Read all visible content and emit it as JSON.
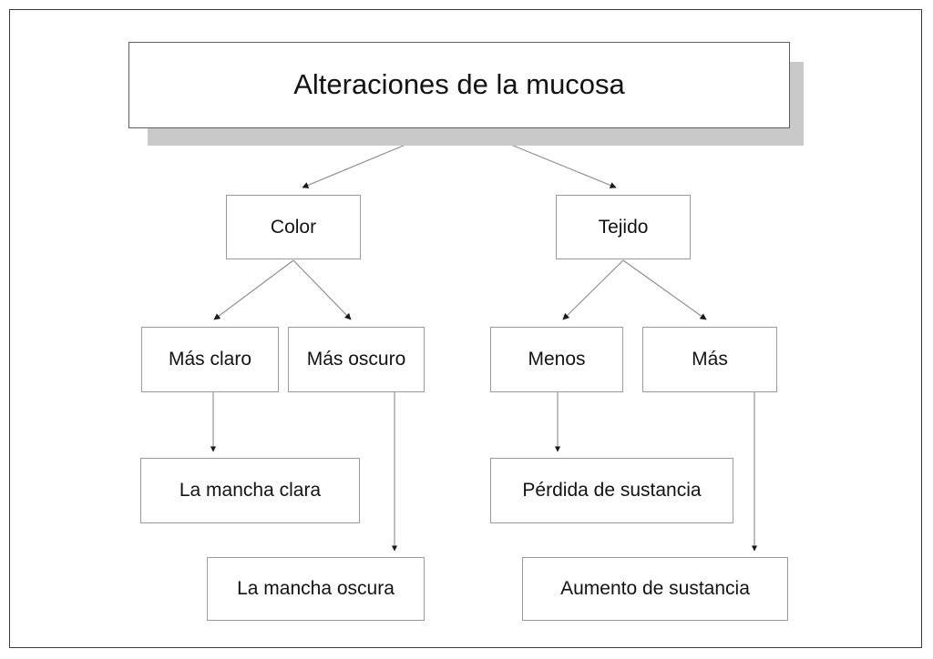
{
  "diagram": {
    "type": "hierarchy-flowchart",
    "language": "es",
    "title": "Alteraciones de la mucosa",
    "colors": {
      "box_border": "#9a9a9a",
      "title_border": "#5e5e5e",
      "title_shadow": "#c9c9c9",
      "connector": "#8a8a8a",
      "arrowhead": "#1a1a1a",
      "text": "#131313",
      "frame": "#3a3a3a",
      "background": "#ffffff"
    },
    "nodes": {
      "root": "Alteraciones de la mucosa",
      "color": "Color",
      "tejido": "Tejido",
      "mas_claro": "Más claro",
      "mas_oscuro": "Más oscuro",
      "menos": "Menos",
      "mas": "Más",
      "mancha_clara": "La mancha clara",
      "mancha_oscura": "La mancha oscura",
      "perdida": "Pérdida de sustancia",
      "aumento": "Aumento de sustancia"
    },
    "edges": [
      {
        "from": "Alteraciones de la mucosa",
        "to": "Color"
      },
      {
        "from": "Alteraciones de la mucosa",
        "to": "Tejido"
      },
      {
        "from": "Color",
        "to": "Más claro"
      },
      {
        "from": "Color",
        "to": "Más oscuro"
      },
      {
        "from": "Tejido",
        "to": "Menos"
      },
      {
        "from": "Tejido",
        "to": "Más"
      },
      {
        "from": "Más claro",
        "to": "La mancha clara"
      },
      {
        "from": "Más oscuro",
        "to": "La mancha oscura"
      },
      {
        "from": "Menos",
        "to": "Pérdida de sustancia"
      },
      {
        "from": "Más",
        "to": "Aumento de sustancia"
      }
    ]
  }
}
